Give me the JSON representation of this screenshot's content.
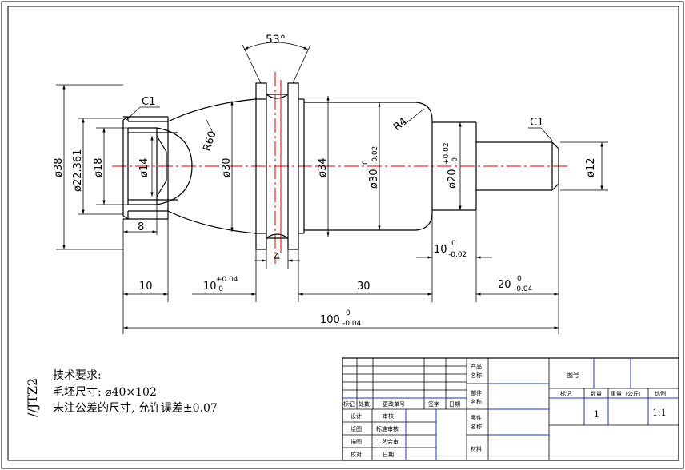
{
  "angle_label": "53°",
  "chamfer_left": "C1",
  "chamfer_right": "C1",
  "radius_r60": "R60",
  "radius_r4": "R4",
  "diameters": {
    "d38": "ø38",
    "d22": "ø22.361",
    "d18": "ø18",
    "d14": "ø14",
    "d30a": "ø30",
    "d34": "ø34",
    "d30b": "ø30",
    "d30b_tol_top": "0",
    "d30b_tol_bot": "-0.02",
    "d20": "ø20",
    "d20_tol_top": "+0.02",
    "d20_tol_bot": "-0",
    "d12": "ø12"
  },
  "lengths": {
    "l8": "8",
    "l4": "4",
    "l10a": "10",
    "l10b": "10",
    "l10b_tol_top": "+0.04",
    "l10b_tol_bot": "-0",
    "l30": "30",
    "l10c": "10",
    "l10c_tol_top": "0",
    "l10c_tol_bot": "-0.02",
    "l20": "20",
    "l20_tol_top": "0",
    "l20_tol_bot": "-0.04",
    "l100": "100",
    "l100_tol_top": "0",
    "l100_tol_bot": "-0.04"
  },
  "side_code": "//JTZ2",
  "requirements": {
    "title": "技术要求:",
    "line1": "毛坯尺寸: ⌀40×102",
    "line2": "未注公差的尺寸, 允许误差±0.07"
  },
  "title_block": {
    "product_name": "产品\n名称",
    "part_name": "部件\n名称",
    "part_name2": "零件\n名称",
    "material": "材料",
    "drawing_no": "图号",
    "mark": "标记",
    "qty": "数量",
    "weight": "重量（公斤）",
    "scale": "比例",
    "qty_value": "1",
    "scale_value": "1:1",
    "rev_mark": "标记",
    "rev_count": "处数",
    "rev_doc": "更改单号",
    "rev_sign": "签字",
    "rev_date": "日期",
    "design": "设计",
    "check": "审核",
    "draw": "绘图",
    "std_check": "标准审核",
    "trace": "描图",
    "process_sign": "工艺会审",
    "proof": "校对",
    "date": "日期"
  }
}
